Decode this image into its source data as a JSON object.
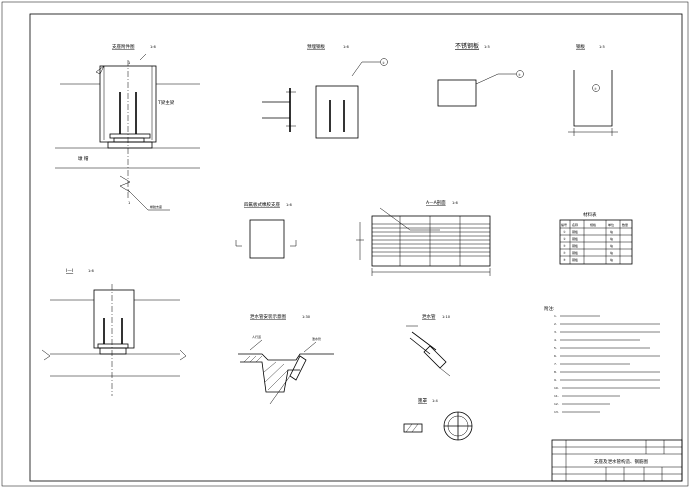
{
  "views": {
    "v1": {
      "title": "支座附件图",
      "scale": "1:6",
      "label_main_beam": "T梁主梁",
      "label_pier": "墩  帽",
      "label_bearing": "橡胶支座"
    },
    "v2": {
      "title": "预埋钢板",
      "scale": "1:6"
    },
    "v3": {
      "title": "不锈钢板",
      "scale": "1:5"
    },
    "v4": {
      "title": "钢板",
      "scale": "1:5"
    },
    "v5": {
      "title": "四氟板式橡胶支座",
      "scale": "1:6"
    },
    "v6": {
      "title": "A—A剖面",
      "scale": "1:6"
    },
    "v7": {
      "title": "Ⅰ—Ⅰ",
      "scale": "1:6"
    },
    "v8": {
      "title": "泄水管安装示意图",
      "scale": "1:30",
      "label_a": "人行道",
      "label_b": "泄水管"
    },
    "v9": {
      "title": "泄水管",
      "scale": "1:10"
    },
    "v10": {
      "title": "篦罩",
      "scale": "1:4"
    }
  },
  "material_table": {
    "title": "材料表",
    "headers": [
      "编号",
      "名称",
      "规格",
      "单位",
      "数量"
    ],
    "rows": [
      [
        "①",
        "钢板",
        "",
        "块",
        ""
      ],
      [
        "②",
        "钢板",
        "",
        "块",
        ""
      ],
      [
        "③",
        "钢板",
        "",
        "块",
        ""
      ],
      [
        "④",
        "钢板",
        "",
        "块",
        ""
      ],
      [
        "⑤",
        "钢板",
        "",
        "块",
        ""
      ]
    ]
  },
  "notes": {
    "heading": "附注:",
    "items": [
      "1.",
      "2.",
      "3.",
      "4.",
      "5.",
      "6.",
      "7.",
      "8.",
      "9.",
      "10.",
      "11.",
      "12.",
      "13."
    ]
  },
  "title_block": {
    "drawing_title": "支座及泄水管构造、钢筋图"
  }
}
